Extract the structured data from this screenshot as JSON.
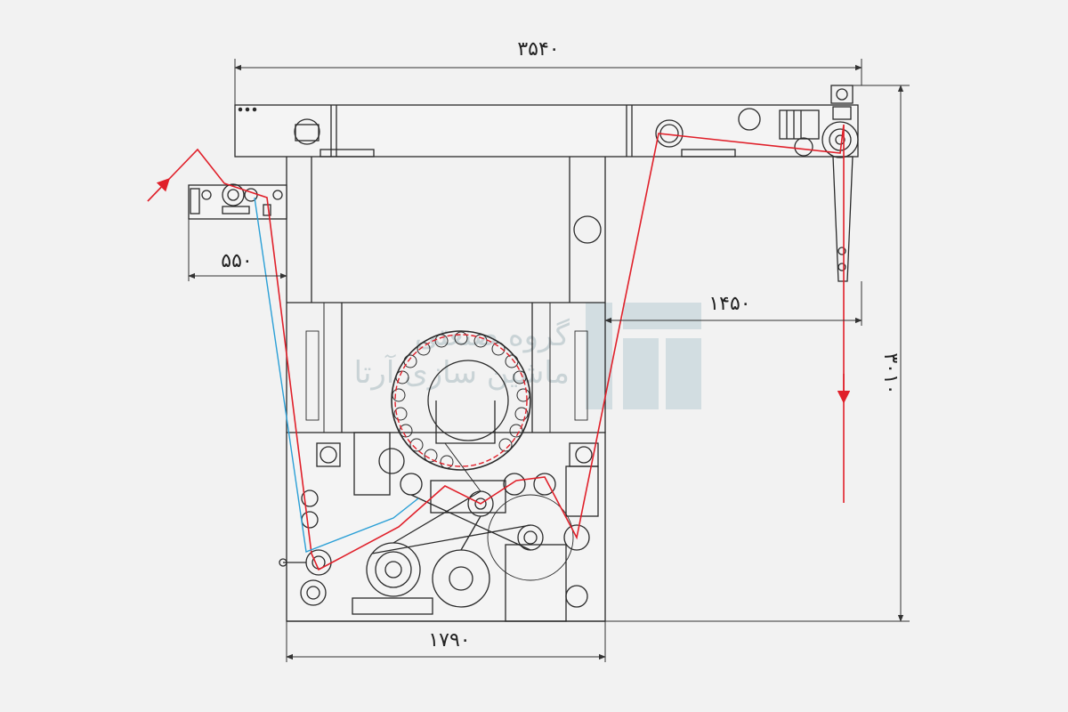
{
  "dimensions": {
    "total_width": "۳۵۴۰",
    "entry_offset": "۵۵۰",
    "frame_span": "۱۴۵۰",
    "total_height": "۳۰۱۰",
    "base_width": "۱۷۹۰"
  },
  "watermark": {
    "line1": "گروه صنعتی",
    "line2": "ماشین سازی آرتا"
  },
  "colors": {
    "background": "#f2f2f2",
    "line": "#2a2a2a",
    "path_primary": "#e0202a",
    "path_secondary": "#2a9fd6",
    "watermark": "#cdd8dc"
  }
}
